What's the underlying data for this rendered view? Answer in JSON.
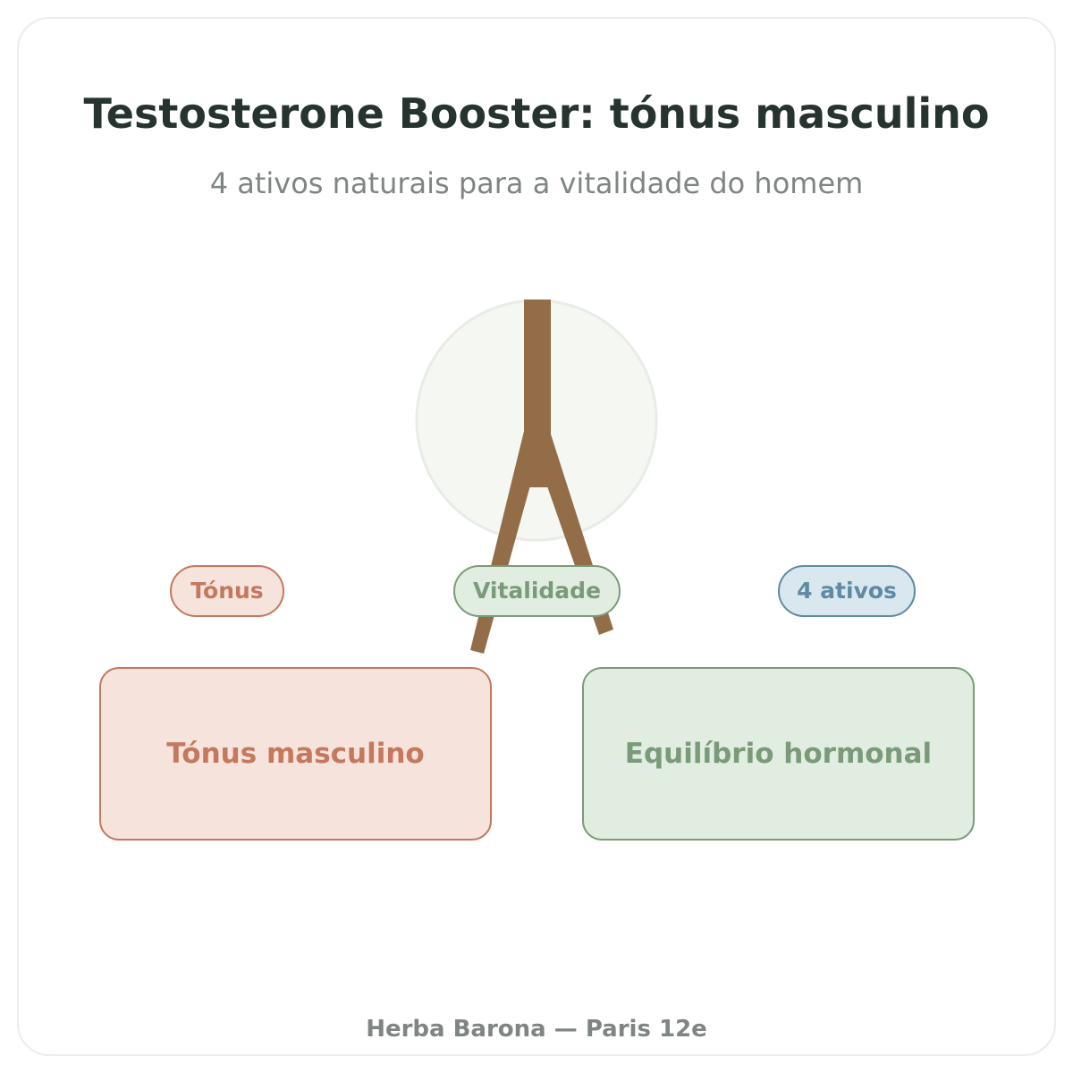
{
  "header": {
    "title": "Testosterone Booster: tónus masculino",
    "subtitle": "4 ativos naturais para a vitalidade do homem"
  },
  "chips": {
    "tonus": "Tónus",
    "vitalidade": "Vitalidade",
    "ativos": "4 ativos"
  },
  "boxes": {
    "tonus": "Tónus masculino",
    "equilibrio": "Equilíbrio hormonal"
  },
  "footer": {
    "text": "Herba Barona — Paris 12e"
  },
  "colors": {
    "title": "#26332e",
    "muted": "#7f8582",
    "terracotta": "#c4785e",
    "sage": "#7a9a7a",
    "steel_blue": "#5f8aa3",
    "brown_figure": "#936d47",
    "circle_fill": "#f5f7f3"
  },
  "icons": {
    "figure": "brown-stick-figure-icon"
  }
}
